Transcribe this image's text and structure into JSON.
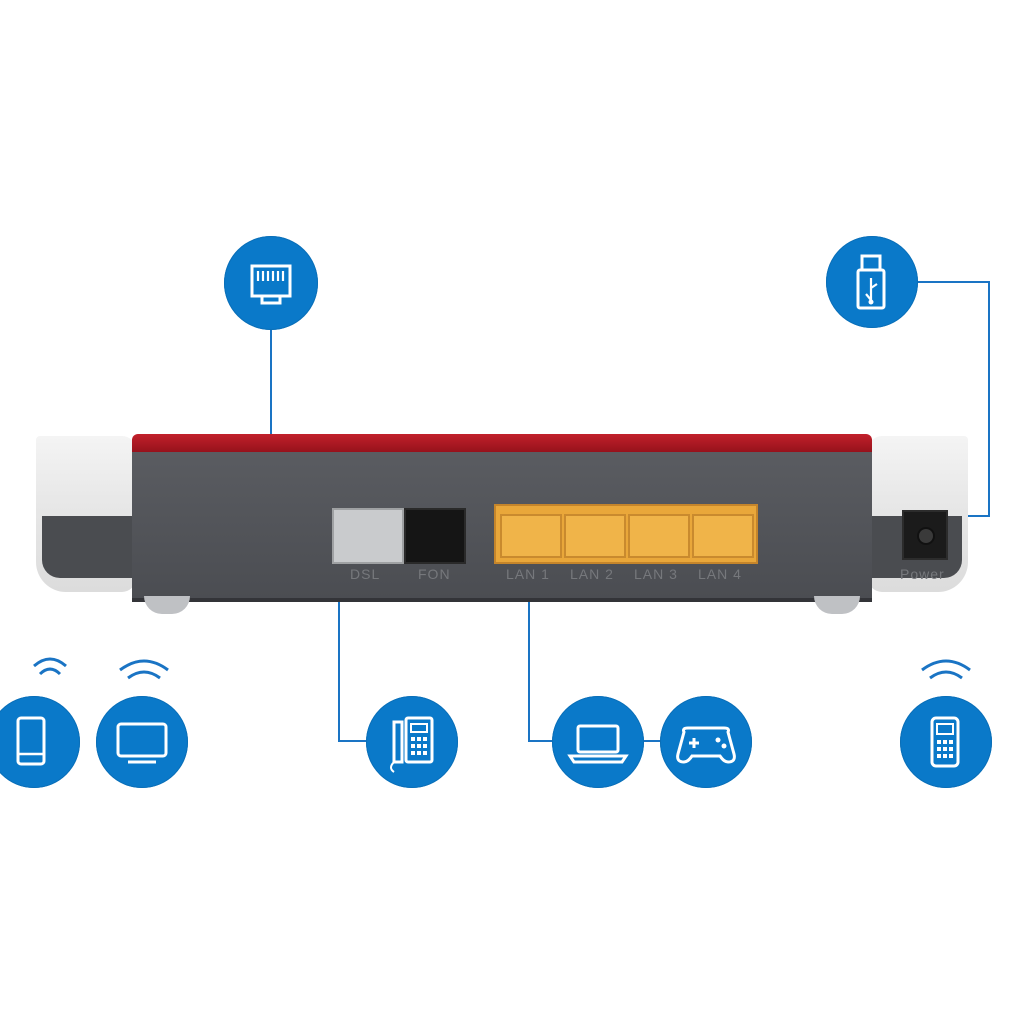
{
  "port_labels": {
    "dsl": "DSL",
    "fon": "FON",
    "lan1": "LAN 1",
    "lan2": "LAN 2",
    "lan3": "LAN 3",
    "lan4": "LAN 4",
    "power": "Power"
  },
  "icons": [
    "ethernet-port-icon",
    "usb-stick-icon",
    "tablet-wifi-icon",
    "tv-wifi-icon",
    "desk-phone-icon",
    "laptop-icon",
    "gamepad-icon",
    "cordless-phone-wifi-icon"
  ],
  "colors": {
    "icon_blue": "#0a79c9",
    "router_red": "#b3141f",
    "router_grey": "#505257",
    "lan_yellow": "#e9a73a"
  }
}
